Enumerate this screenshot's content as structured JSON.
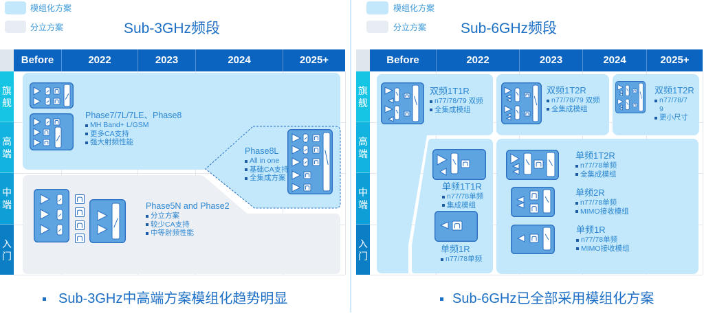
{
  "colors": {
    "modular": "#c3e8fb",
    "discrete": "#eceff4",
    "header": "#0a64c0",
    "title": "#1c6fc4",
    "text": "#2b86d1",
    "bullet": "#1d5ba6",
    "module_fill": "#5ea4e0",
    "module_stroke": "#2a70c2",
    "tier_colors": [
      "#16c4e4",
      "#12b3df",
      "#0e9fd6",
      "#0b7ec6"
    ]
  },
  "sub3": {
    "legend": [
      {
        "label": "模组化方案",
        "category": "modular"
      },
      {
        "label": "分立方案",
        "category": "discrete"
      }
    ],
    "title": "Sub-3GHz频段",
    "columns": [
      "Before",
      "2022",
      "2023",
      "2024",
      "2025+"
    ],
    "tiers": [
      "旗舰",
      "高端",
      "中端",
      "入门"
    ],
    "solutions": [
      {
        "name": "Phase7/7L/7LE、Phase8",
        "bullets": [
          "MH Band+ L/GSM",
          "更多CA支持",
          "强大射频性能"
        ],
        "category": "modular",
        "icon": "rf-module-icon"
      },
      {
        "name": "Phase8L",
        "bullets": [
          "All in one",
          "基础CA支持",
          "全集成方案"
        ],
        "category": "modular",
        "icon": "rf-module-icon"
      },
      {
        "name": "Phase5N and Phase2",
        "bullets": [
          "分立方案",
          "较少CA支持",
          "中等射频性能"
        ],
        "category": "discrete",
        "icon": "discrete-rf-icon"
      }
    ],
    "caption": "Sub-3GHz中高端方案模组化趋势明显"
  },
  "sub6": {
    "legend": [
      {
        "label": "模组化方案",
        "category": "modular"
      },
      {
        "label": "分立方案",
        "category": "discrete"
      }
    ],
    "title": "Sub-6GHz频段",
    "columns": [
      "Before",
      "2022",
      "2023",
      "2024",
      "2025+"
    ],
    "tiers": [
      "旗舰",
      "高端",
      "中端",
      "入门"
    ],
    "solutions": [
      {
        "name": "双频1T1R",
        "bullets": [
          "n77/78/79 双频",
          "全集成模组"
        ],
        "category": "modular",
        "icon": "rf-module-icon"
      },
      {
        "name": "双频1T2R",
        "bullets": [
          "n77/78/79 双频",
          "全集成模组"
        ],
        "category": "modular",
        "icon": "rf-module-icon"
      },
      {
        "name": "双频1T2R",
        "bullets": [
          "n77/78/79",
          "更小尺寸"
        ],
        "category": "modular",
        "icon": "rf-module-icon"
      },
      {
        "name": "单频1T1R",
        "bullets": [
          "n77/78单频",
          "集成模组"
        ],
        "category": "modular",
        "icon": "rf-module-icon"
      },
      {
        "name": "单频1R",
        "bullets": [
          "n77/78单频"
        ],
        "category": "modular",
        "icon": "rf-module-icon"
      },
      {
        "name": "单频1T2R",
        "bullets": [
          "n77/78单频",
          "全集成模组"
        ],
        "category": "modular",
        "icon": "rf-module-icon"
      },
      {
        "name": "单频2R",
        "bullets": [
          "n77/78单频",
          "MIMO接收模组"
        ],
        "category": "modular",
        "icon": "rf-module-icon"
      },
      {
        "name": "单频1R",
        "bullets": [
          "n77/78单频",
          "MIMO接收模组"
        ],
        "category": "modular",
        "icon": "rf-module-icon"
      }
    ],
    "caption": "Sub-6GHz已全部采用模组化方案"
  }
}
